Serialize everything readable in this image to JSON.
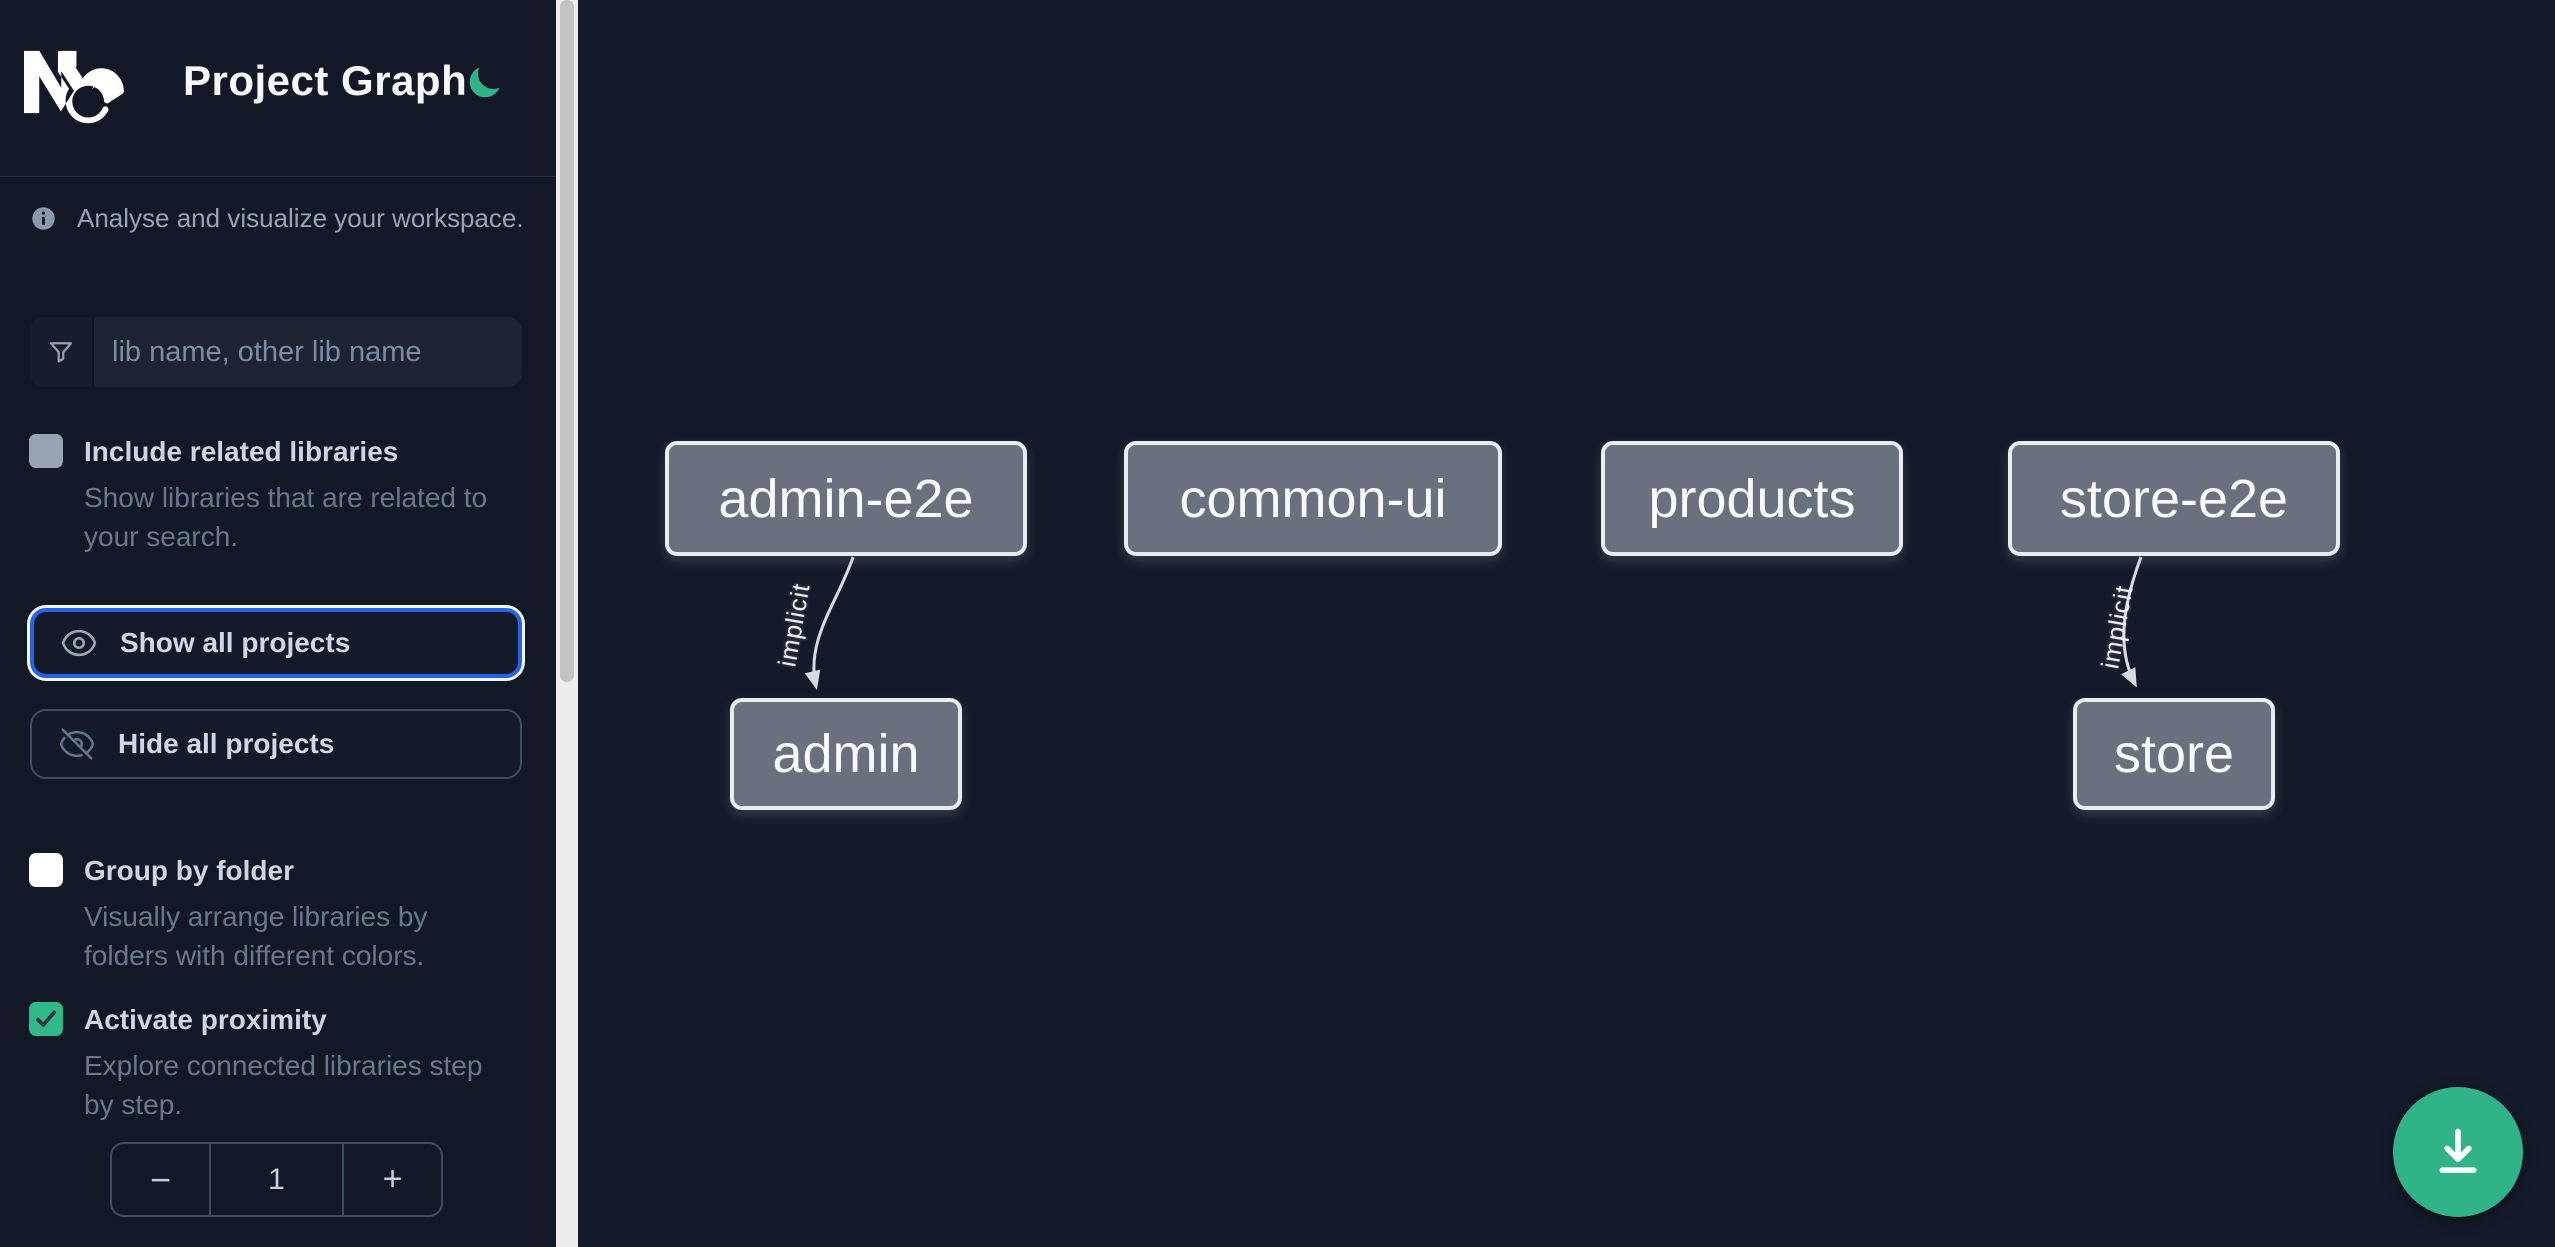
{
  "header": {
    "title": "Project Graph",
    "logo": "nx-logo",
    "theme_toggle": "moon-icon"
  },
  "sidebar": {
    "tagline": "Analyse and visualize your workspace.",
    "search": {
      "placeholder": "lib name, other lib name",
      "value": "",
      "icon": "filter-funnel-icon"
    },
    "checkboxes": [
      {
        "label": "Include related libraries",
        "description": "Show libraries that are related to your search.",
        "checked": false,
        "state": "disabled-gray"
      },
      {
        "label": "Group by folder",
        "description": "Visually arrange libraries by folders with different colors.",
        "checked": false,
        "state": "unchecked-white"
      },
      {
        "label": "Activate proximity",
        "description": "Explore connected libraries step by step.",
        "checked": true,
        "state": "checked-green"
      }
    ],
    "buttons": [
      {
        "label": "Show all projects",
        "icon": "eye-icon",
        "focused": true
      },
      {
        "label": "Hide all projects",
        "icon": "eye-slash-icon",
        "focused": false
      }
    ],
    "stepper": {
      "decrement": "−",
      "value": "1",
      "increment": "+"
    }
  },
  "graph": {
    "nodes": [
      {
        "label": "admin-e2e"
      },
      {
        "label": "common-ui"
      },
      {
        "label": "products"
      },
      {
        "label": "store-e2e"
      },
      {
        "label": "admin"
      },
      {
        "label": "store"
      }
    ],
    "edges": [
      {
        "from": "admin-e2e",
        "to": "admin",
        "label": "implicit"
      },
      {
        "from": "store-e2e",
        "to": "store",
        "label": "implicit"
      }
    ]
  },
  "fab": {
    "icon": "download-icon"
  },
  "colors": {
    "sidebar_bg": "#121826",
    "canvas_bg": "#131a29",
    "accent_green": "#2fb888",
    "focus_blue": "#2563eb",
    "node_fill": "#69717f",
    "node_border": "#e9ecf1",
    "edge": "#d6dbe3"
  }
}
